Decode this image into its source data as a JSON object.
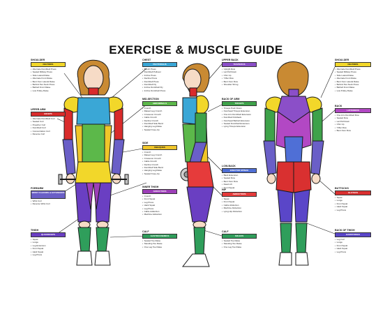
{
  "title": "EXERCISE & MUSCLE GUIDE",
  "palette": {
    "skin": "#f6dbc6",
    "hair": "#c98a33",
    "line": "#1a1a1a",
    "shoulder": "#f2d72a",
    "chest": "#3aa7d6",
    "midsection": "#5cb84a",
    "side": "#f0c62a",
    "upper_arm": "#d92b2b",
    "forearm": "#6a5fc7",
    "inner_thigh": "#9d3fb8",
    "thigh": "#6a3fc2",
    "calf": "#2f9e5b",
    "upper_back": "#8b4fc8",
    "back_of_arm": "#3ea24a",
    "low_back": "#4f6fd6",
    "hip": "#e63b3b",
    "back": "#b248c4",
    "buttocks": "#d93030",
    "back_of_thigh": "#5a46c8",
    "shoe": "#ffffff"
  },
  "groups": [
    {
      "key": "shoulder_l",
      "name": "SHOULDER",
      "tag": "DELTOIDS",
      "color": "#f2d72a",
      "items": [
        "Alternate Dumbbell Press",
        "Seated Military Press",
        "Side Lateral Raise",
        "Alternate Front Raise",
        "Bent Over Lateral Raise",
        "Behind Pec-Neck Press",
        "Barbell Front Raise",
        "Low Pulley Raise"
      ]
    },
    {
      "key": "upper_arm",
      "name": "UPPER ARM",
      "tag": "BICEPS",
      "color": "#d92b2b",
      "items": [
        "Alternate Dumbbell Curl",
        "Seated Curl",
        "Preacher Curl",
        "Dumbbell Curl",
        "Concentration Curl",
        "Reverse Curl"
      ]
    },
    {
      "key": "forearm",
      "name": "FOREARM",
      "tag": "WRIST FLEXORS & EXTENSORS",
      "color": "#6a5fc7",
      "items": [
        "Wrist Curl",
        "Reverse Wrist Curl"
      ]
    },
    {
      "key": "thigh",
      "name": "THIGH",
      "tag": "QUADRICEPS",
      "color": "#6a3fc2",
      "items": [
        "Squat",
        "Lunge",
        "Leg Extension",
        "Front Squat",
        "Hack Squat",
        "Leg Press"
      ]
    },
    {
      "key": "chest",
      "name": "CHEST",
      "tag": "PECTORALIS",
      "color": "#3aa7d6",
      "items": [
        "Bench Press",
        "Dumbbell Pullover",
        "Incline Press",
        "Decline Press",
        "Dumbbell Press",
        "Dumbbell Fly",
        "Incline Dumbbell Fly",
        "Incline Dumbbell Press"
      ]
    },
    {
      "key": "midsection",
      "name": "MID-SECTION",
      "tag": "ABDOMINALS",
      "color": "#5cb84a",
      "items": [
        "Crunch",
        "Raised Leg Crunch",
        "Crossover Crunch",
        "Cable Crunch",
        "Decline Crunch",
        "Dumbbell Side Bend",
        "Hanging Leg Raise",
        "Seated Knee-Up"
      ]
    },
    {
      "key": "side",
      "name": "SIDE",
      "tag": "OBLIQUES",
      "color": "#f0c62a",
      "items": [
        "Crunch",
        "Raised Leg Crunch",
        "Crossover Crunch",
        "Cable Crunch",
        "Decline Crunch",
        "Dumbbell Side Bend",
        "Hanging Leg Raise",
        "Seated Knee-Up"
      ]
    },
    {
      "key": "inner_thigh",
      "name": "INNER THIGH",
      "tag": "ADDUCTORS",
      "color": "#9d3fb8",
      "items": [
        "Crunch",
        "Front Squat",
        "Leg Press",
        "Hack Squat",
        "Leg Press",
        "Cable Adduction",
        "Machine Adduction"
      ]
    },
    {
      "key": "calf_mid",
      "name": "CALF",
      "tag": "GASTROCNEMIUS",
      "color": "#2f9e5b",
      "items": [
        "Seated Toe Raise",
        "Standing Toe Raise",
        "One Leg Toe Raise"
      ]
    },
    {
      "key": "upper_back",
      "name": "UPPER BACK",
      "tag": "TRAPEZIUS",
      "color": "#8b4fc8",
      "items": [
        "Upright Row",
        "Lat Pull Down",
        "Chin Up",
        "T-Bar Row",
        "Bent Over Row",
        "Shoulder Shrug"
      ]
    },
    {
      "key": "back_of_arm",
      "name": "BACK OF ARM",
      "tag": "TRICEPS",
      "color": "#3ea24a",
      "items": [
        "Triceps Push Down",
        "Overhead Triceps Extension",
        "One Arm Dumbbell Extension",
        "Dumbbell Kickback",
        "Overhead Barbell Extension",
        "Seated Dumbbell Extension",
        "Lying Triceps Extension"
      ]
    },
    {
      "key": "low_back",
      "name": "LOW-BACK",
      "tag": "ERECTOR SPINAE",
      "color": "#4f6fd6",
      "items": [
        "Back Extension",
        "Seated Row",
        "Bent Over Row",
        "Dead Lift",
        "Front Squat"
      ]
    },
    {
      "key": "hip",
      "name": "HIP",
      "tag": "ABDUCTORS",
      "color": "#e63b3b",
      "items": [
        "Squat",
        "Front Squat",
        "Cable Abduction",
        "Machine Abduction",
        "Lying Hip Abduction"
      ]
    },
    {
      "key": "calf_r",
      "name": "CALF",
      "tag": "SOLEUS",
      "color": "#2f9e5b",
      "items": [
        "Seated Toe Raise",
        "Standing Toe Raise",
        "One Leg Toe Raise"
      ]
    },
    {
      "key": "shoulder_r",
      "name": "SHOULDER",
      "tag": "DELTOIDS",
      "color": "#f2d72a",
      "items": [
        "Alternate Dumbbell Press",
        "Seated Military Press",
        "Side Lateral Raise",
        "Alternate Front Raise",
        "Bent Over Lateral Raise",
        "Behind Pec-Neck Press",
        "Barbell Front Raise",
        "Low Pulley Raise"
      ]
    },
    {
      "key": "back",
      "name": "BACK",
      "tag": "LATISSIMUS",
      "color": "#b248c4",
      "items": [
        "One Arm Dumbbell Row",
        "Seated Row",
        "Lat Pull Down",
        "Chin Up",
        "T-Bar Row",
        "Bent Over Row"
      ]
    },
    {
      "key": "buttocks",
      "name": "BUTTOCKS",
      "tag": "GLUTEUS",
      "color": "#d93030",
      "items": [
        "Squat",
        "Lunge",
        "Front Squat",
        "Hack Squat",
        "Leg Press"
      ]
    },
    {
      "key": "back_of_thigh",
      "name": "BACK OF THIGH",
      "tag": "HAMSTRINGS",
      "color": "#5a46c8",
      "items": [
        "Leg Curl",
        "Lunge",
        "Front Squat",
        "Hack Squat",
        "Leg Press"
      ]
    }
  ]
}
